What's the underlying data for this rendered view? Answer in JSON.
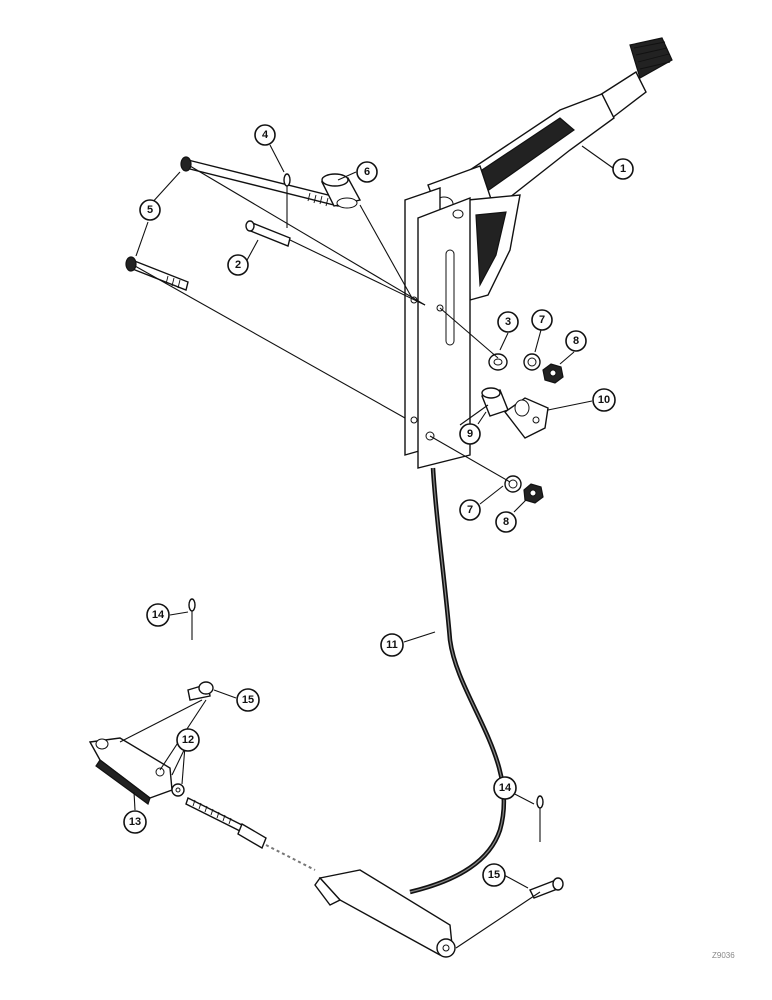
{
  "callouts": [
    {
      "id": "c1",
      "label": "1"
    },
    {
      "id": "c2",
      "label": "2"
    },
    {
      "id": "c3",
      "label": "3"
    },
    {
      "id": "c4",
      "label": "4"
    },
    {
      "id": "c5",
      "label": "5"
    },
    {
      "id": "c6",
      "label": "6"
    },
    {
      "id": "c7a",
      "label": "7"
    },
    {
      "id": "c7b",
      "label": "7"
    },
    {
      "id": "c8a",
      "label": "8"
    },
    {
      "id": "c8b",
      "label": "8"
    },
    {
      "id": "c9",
      "label": "9"
    },
    {
      "id": "c10",
      "label": "10"
    },
    {
      "id": "c11",
      "label": "11"
    },
    {
      "id": "c12",
      "label": "12"
    },
    {
      "id": "c13",
      "label": "13"
    },
    {
      "id": "c14a",
      "label": "14"
    },
    {
      "id": "c14b",
      "label": "14"
    },
    {
      "id": "c15a",
      "label": "15"
    },
    {
      "id": "c15b",
      "label": "15"
    }
  ],
  "figure_code": "Z9036"
}
